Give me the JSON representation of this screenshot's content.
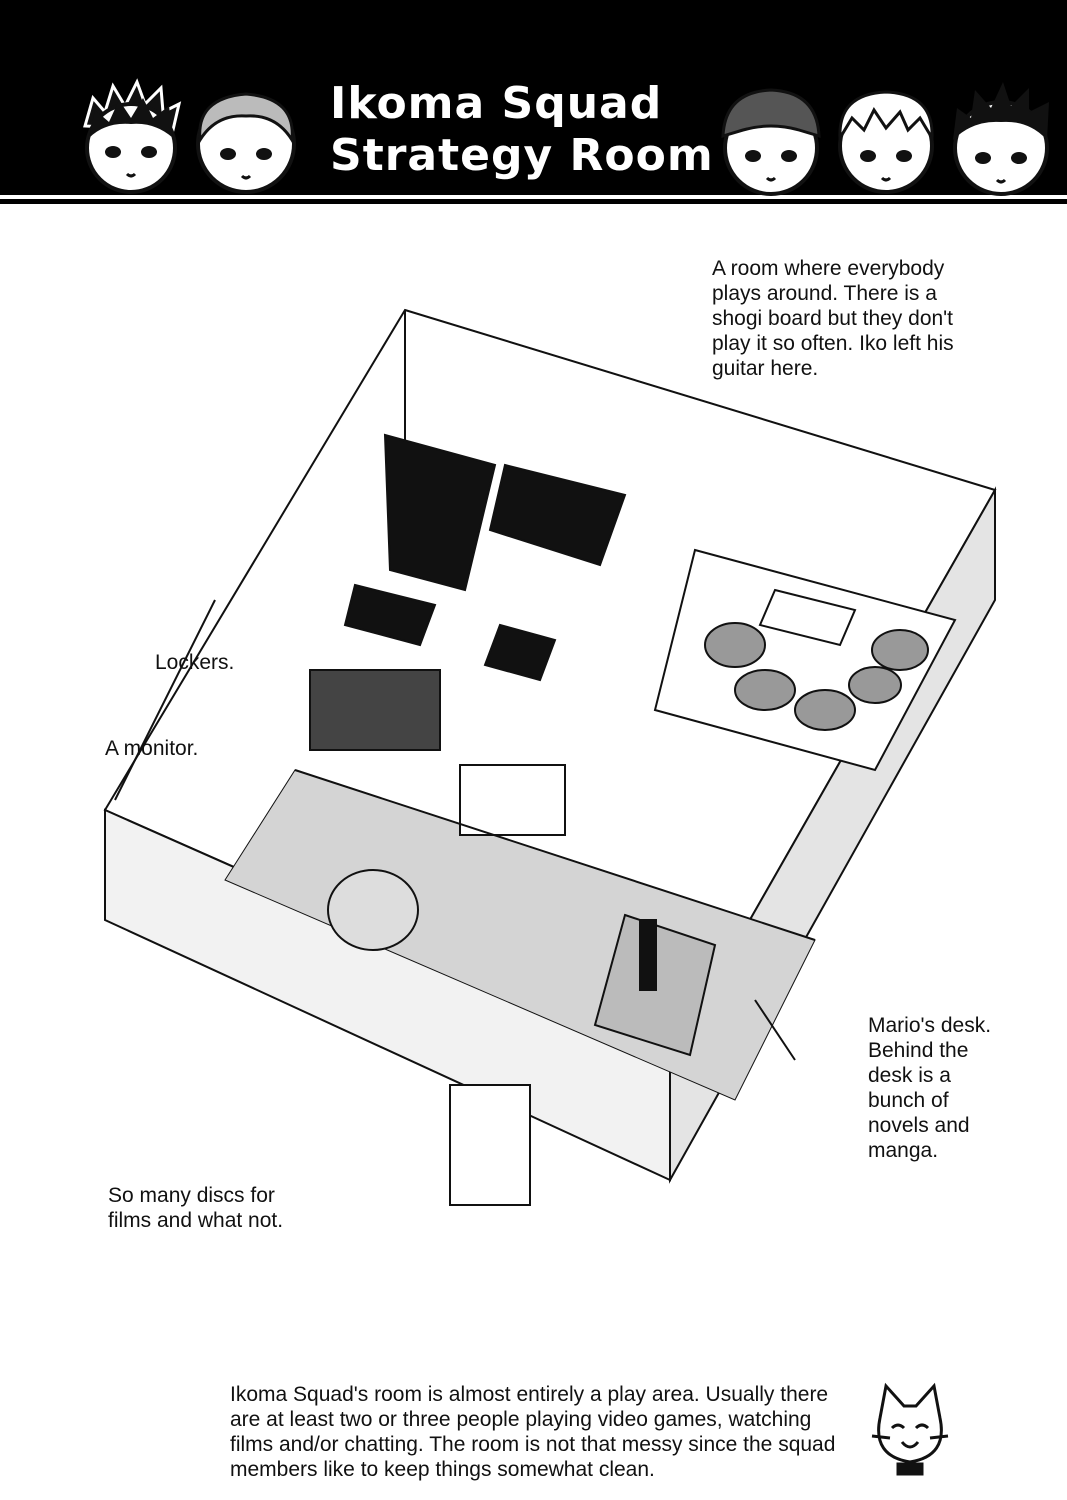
{
  "header": {
    "title_line1": "Ikoma Squad",
    "title_line2": "Strategy Room",
    "faces_left": [
      "face-spiky-hair-icon",
      "face-curly-hair-icon"
    ],
    "faces_right": [
      "face-cap-icon",
      "face-blond-icon",
      "face-messy-hair-icon"
    ]
  },
  "notes": {
    "play_room": [
      "A room where everybody",
      "plays around. There is a",
      "shogi board but they don't",
      "play it so often. Iko left his",
      "guitar here."
    ],
    "lockers": "Lockers.",
    "monitor": "A monitor.",
    "desk": [
      "Mario's desk.",
      "Behind the",
      "desk is a",
      "bunch of",
      "novels and",
      "manga."
    ],
    "discs": [
      "So many discs for",
      "films and what not."
    ]
  },
  "footer": {
    "lines": [
      "Ikoma Squad's room is almost entirely a play area. Usually there",
      "are at least two or three people playing video games, watching",
      "films and/or chatting. The room is not that messy since the squad",
      "members like to keep things somewhat clean."
    ]
  },
  "colors": {
    "ink": "#111111",
    "paper": "#ffffff",
    "tone": "#c8c8c8",
    "header_bg": "#000000"
  }
}
